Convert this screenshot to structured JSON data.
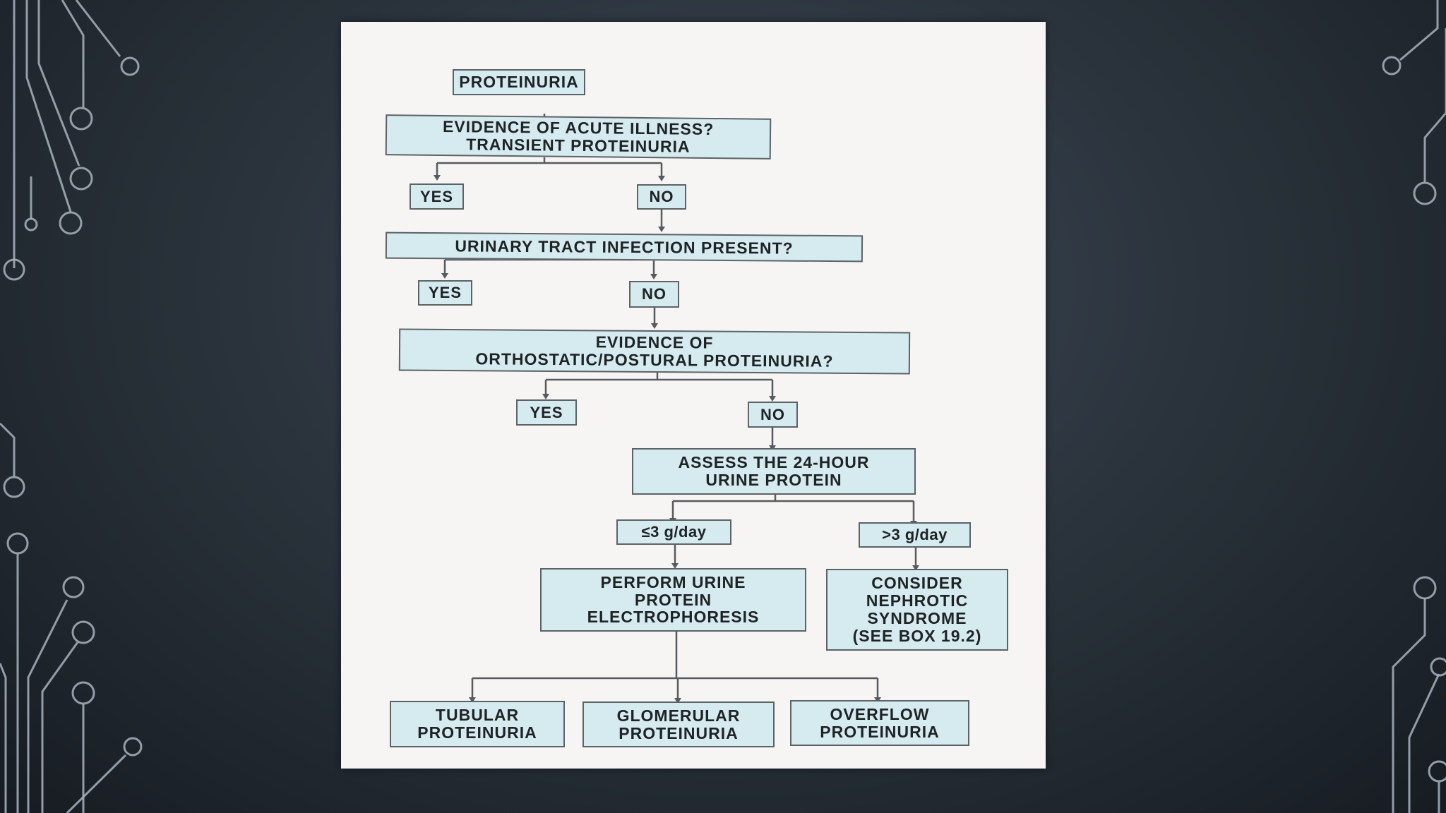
{
  "flowchart": {
    "start": "PROTEINURIA",
    "q_acute": [
      "EVIDENCE OF ACUTE ILLNESS?",
      "TRANSIENT PROTEINURIA"
    ],
    "acute_yes": "YES",
    "acute_no": "NO",
    "q_uti": "URINARY TRACT INFECTION PRESENT?",
    "uti_yes": "YES",
    "uti_no": "NO",
    "q_ortho": [
      "EVIDENCE OF",
      "ORTHOSTATIC/POSTURAL PROTEINURIA?"
    ],
    "ortho_yes": "YES",
    "ortho_no": "NO",
    "assess": [
      "ASSESS THE 24-HOUR",
      "URINE PROTEIN"
    ],
    "low": "≤3 g/day",
    "high": ">3 g/day",
    "electro": [
      "PERFORM URINE",
      "PROTEIN",
      "ELECTROPHORESIS"
    ],
    "nephrotic": [
      "CONSIDER",
      "NEPHROTIC",
      "SYNDROME",
      "(SEE BOX 19.2)"
    ],
    "tubular": [
      "TUBULAR",
      "PROTEINURIA"
    ],
    "glomerular": [
      "GLOMERULAR",
      "PROTEINURIA"
    ],
    "overflow": [
      "OVERFLOW",
      "PROTEINURIA"
    ]
  }
}
